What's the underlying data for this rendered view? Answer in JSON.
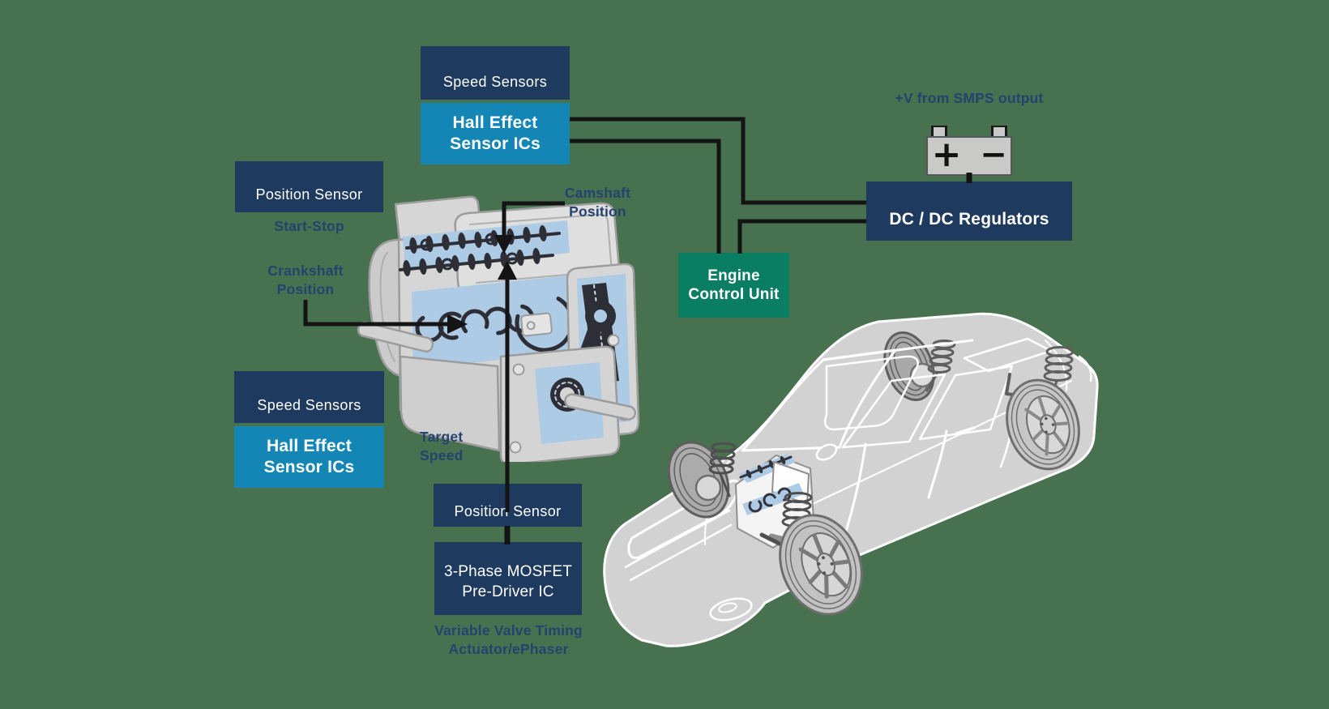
{
  "colors": {
    "background": "#47714F",
    "navy": "#1F3A5F",
    "teal": "#1486B6",
    "green": "#0A7E62",
    "caption": "#26436F",
    "wire": "#141414",
    "blue_highlight": "#AECBE5"
  },
  "nodes": {
    "speed_sensors_top": {
      "label": "Speed Sensors"
    },
    "hall_effect_top": {
      "line1": "Hall Effect",
      "line2": "Sensor ICs"
    },
    "position_sensor_left": {
      "label": "Position Sensor"
    },
    "speed_sensors_bottom": {
      "label": "Speed Sensors"
    },
    "hall_effect_bottom": {
      "line1": "Hall Effect",
      "line2": "Sensor ICs"
    },
    "position_sensor_bottom": {
      "label": "Position Sensor"
    },
    "mosfet": {
      "line1": "3-Phase MOSFET",
      "line2": "Pre-Driver IC"
    },
    "ecu": {
      "line1": "Engine",
      "line2": "Control Unit"
    },
    "dcdc": {
      "label": "DC / DC Regulators"
    }
  },
  "captions": {
    "start_stop": "Start-Stop",
    "crankshaft": {
      "line1": "Crankshaft",
      "line2": "Position"
    },
    "camshaft": {
      "line1": "Camshaft",
      "line2": "Position"
    },
    "target_speed": {
      "line1": "Target",
      "line2": "Speed"
    },
    "vvt": {
      "line1": "Variable Valve Timing",
      "line2": "Actuator/ePhaser"
    },
    "smps": "+V from SMPS output"
  },
  "battery": {
    "plus": "+",
    "minus": "−"
  }
}
